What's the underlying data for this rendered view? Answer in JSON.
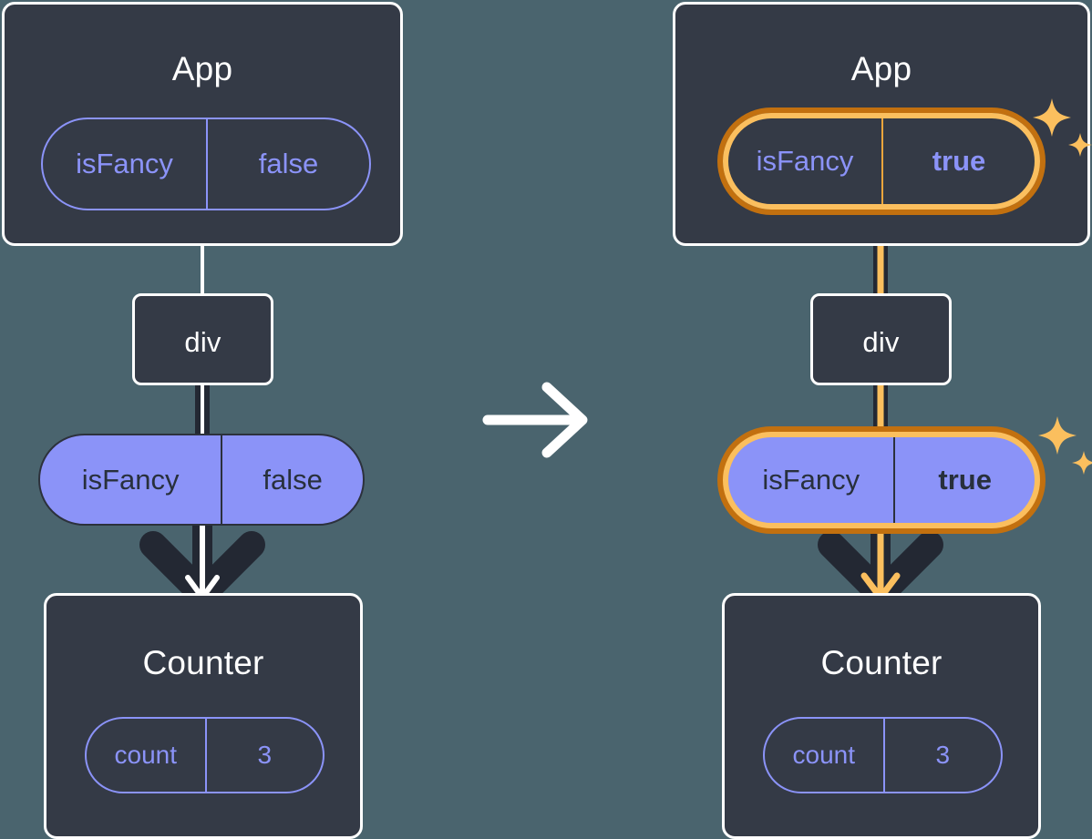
{
  "diagram": {
    "title_left": "App",
    "title_right": "App",
    "background_color": "#4a646e",
    "box_fill": "#343a46",
    "box_border": "#ffffff",
    "pill_purple": "#8b93f8",
    "highlight_outer": "#c2700f",
    "highlight_inner": "#fbbf5e",
    "arrow_dark": "#232833",
    "arrow_white": "#ffffff",
    "transition_arrow_icon": "right-arrow-icon"
  },
  "before": {
    "app": {
      "title": "App",
      "pill": {
        "key": "isFancy",
        "value": "false"
      }
    },
    "div": {
      "label": "div"
    },
    "prop_pill": {
      "key": "isFancy",
      "value": "false"
    },
    "counter": {
      "title": "Counter",
      "pill": {
        "key": "count",
        "value": "3"
      }
    }
  },
  "after": {
    "app": {
      "title": "App",
      "pill": {
        "key": "isFancy",
        "value": "true",
        "highlighted": true
      },
      "sparkle_icon": "sparkles-icon"
    },
    "div": {
      "label": "div"
    },
    "prop_pill": {
      "key": "isFancy",
      "value": "true",
      "highlighted": true
    },
    "sparkle_icon": "sparkles-icon",
    "counter": {
      "title": "Counter",
      "pill": {
        "key": "count",
        "value": "3"
      }
    }
  }
}
